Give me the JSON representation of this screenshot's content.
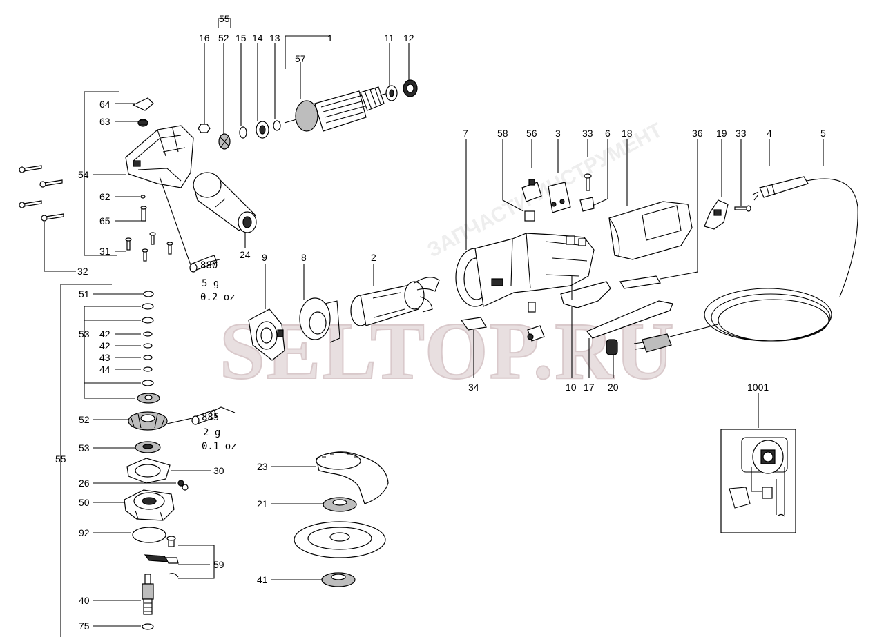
{
  "watermark": {
    "main": "SELTOP.RU"
  },
  "callouts": {
    "c55_top": "55",
    "c16": "16",
    "c52_top": "52",
    "c15": "15",
    "c14": "14",
    "c13": "13",
    "c1": "1",
    "c57": "57",
    "c11": "11",
    "c12": "12",
    "c64": "64",
    "c63": "63",
    "c54": "54",
    "c62": "62",
    "c65": "65",
    "c31": "31",
    "c32": "32",
    "c24": "24",
    "c7": "7",
    "c58": "58",
    "c56": "56",
    "c3": "3",
    "c33a": "33",
    "c6": "6",
    "c18": "18",
    "c36": "36",
    "c19": "19",
    "c33b": "33",
    "c4": "4",
    "c5": "5",
    "c9": "9",
    "c8": "8",
    "c2": "2",
    "c51": "51",
    "c53a": "53",
    "c42a": "42",
    "c42b": "42",
    "c43": "43",
    "c44": "44",
    "c52": "52",
    "c53b": "53",
    "c30": "30",
    "c26": "26",
    "c50": "50",
    "c92": "92",
    "c59": "59",
    "c40": "40",
    "c75": "75",
    "c55_left": "55",
    "c34": "34",
    "c10": "10",
    "c17": "17",
    "c20": "20",
    "c23": "23",
    "c21": "21",
    "c41": "41",
    "c1001": "1001"
  },
  "grease_notes": {
    "g880_code": "880",
    "g880_weight": "5 g",
    "g880_oz": "0.2 oz",
    "g885_code": "885",
    "g885_weight": "2 g",
    "g885_oz": "0.1 oz"
  }
}
